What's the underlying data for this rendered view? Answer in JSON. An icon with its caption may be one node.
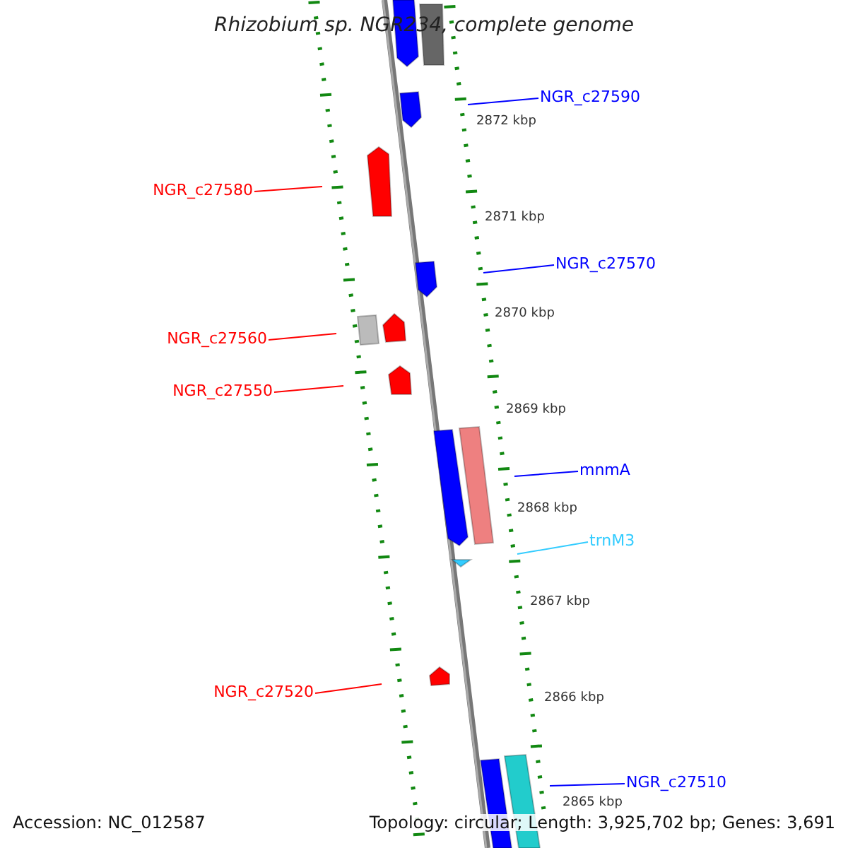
{
  "diagram": {
    "title": "Rhizobium sp. NGR234, complete genome",
    "nodes": [
      {
        "text": [
          "NGR_c27590"
        ]
      },
      {
        "text": [
          "NGR_c27580"
        ]
      },
      {
        "text": [
          "NGR_c27570"
        ]
      },
      {
        "text": [
          "NGR_c27560"
        ]
      },
      {
        "text": [
          "NGR_c27550"
        ]
      },
      {
        "text": [
          "mnmA"
        ]
      },
      {
        "text": [
          "trnM3"
        ]
      },
      {
        "text": [
          "NGR_c27520"
        ]
      },
      {
        "text": [
          "NGR_c27510"
        ]
      }
    ],
    "edges": [
      {
        "from": 0,
        "to": null,
        "arrow": "none",
        "color": "#0000ff"
      },
      {
        "from": 1,
        "to": null,
        "arrow": "none",
        "color": "#ff0000"
      },
      {
        "from": 2,
        "to": null,
        "arrow": "none",
        "color": "#0000ff"
      },
      {
        "from": 3,
        "to": null,
        "arrow": "none",
        "color": "#ff0000"
      },
      {
        "from": 4,
        "to": null,
        "arrow": "none",
        "color": "#ff0000"
      },
      {
        "from": 5,
        "to": null,
        "arrow": "none",
        "color": "#0000ff"
      },
      {
        "from": 6,
        "to": null,
        "arrow": "none",
        "color": "#33ccff"
      },
      {
        "from": 7,
        "to": null,
        "arrow": "none",
        "color": "#ff0000"
      },
      {
        "from": 8,
        "to": null,
        "arrow": "none",
        "color": "#0000ff"
      }
    ],
    "labels": [
      "2872 kbp",
      "2871 kbp",
      "2870 kbp",
      "2869 kbp",
      "2868 kbp",
      "2867 kbp",
      "2866 kbp",
      "2865 kbp",
      "Accession: NC_012587",
      "Topology: circular; Length: 3,925,702 bp; Genes: 3,691"
    ]
  }
}
